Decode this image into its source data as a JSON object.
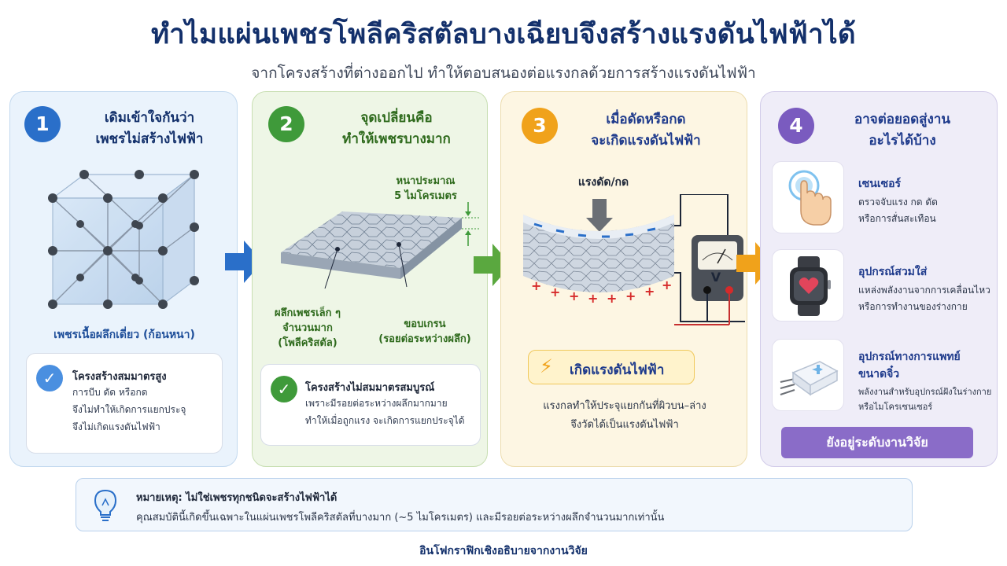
{
  "title": "ทำไมแผ่นเพชรโพลีคริสตัลบางเฉียบจึงสร้างแรงดันไฟฟ้าได้",
  "subtitle": "จากโครงสร้างที่ต่างออกไป ทำให้ตอบสนองต่อแรงกลด้วยการสร้างแรงดันไฟฟ้า",
  "colors": {
    "step1": "#2a6fc9",
    "step2": "#3f9a3a",
    "step3": "#f0a21b",
    "step4": "#7a5bbf"
  },
  "step1": {
    "number": "1",
    "title_line1": "เดิมเข้าใจกันว่า",
    "title_line2": "เพชรไม่สร้างไฟฟ้า",
    "caption": "เพชรเนื้อผลึกเดี่ยว (ก้อนหนา)",
    "card_title": "โครงสร้างสมมาตรสูง",
    "card_line1": "การบีบ ดัด หรือกด",
    "card_line2": "จึงไม่ทำให้เกิดการแยกประจุ",
    "card_line3": "จึงไม่เกิดแรงดันไฟฟ้า"
  },
  "step2": {
    "number": "2",
    "title_line1": "จุดเปลี่ยนคือ",
    "title_line2": "ทำให้เพชรบางมาก",
    "thickness_line1": "หนาประมาณ",
    "thickness_line2": "5 ไมโครเมตร",
    "grains_line1": "ผลึกเพชรเล็ก ๆ",
    "grains_line2": "จำนวนมาก",
    "grains_line3": "(โพลีคริสตัล)",
    "boundary_line1": "ขอบเกรน",
    "boundary_line2": "(รอยต่อระหว่างผลึก)",
    "card_title": "โครงสร้างไม่สมมาตรสมบูรณ์",
    "card_line1": "เพราะมีรอยต่อระหว่างผลึกมากมาย",
    "card_line2": "ทำให้เมื่อถูกแรง จะเกิดการแยกประจุได้"
  },
  "step3": {
    "number": "3",
    "title_line1": "เมื่อดัดหรือกด",
    "title_line2": "จะเกิดแรงดันไฟฟ้า",
    "force_label": "แรงดัด/กด",
    "meter_label": "V",
    "result_label": "เกิดแรงดันไฟฟ้า",
    "desc_line1": "แรงกลทำให้ประจุแยกกันที่ผิวบน–ล่าง",
    "desc_line2": "จึงวัดได้เป็นแรงดันไฟฟ้า"
  },
  "step4": {
    "number": "4",
    "title_line1": "อาจต่อยอดสู่งาน",
    "title_line2": "อะไรได้บ้าง",
    "apps": [
      {
        "title": "เซนเซอร์",
        "line1": "ตรวจจับแรง กด ดัด",
        "line2": "หรือการสั่นสะเทือน",
        "icon": "touch-finger-icon"
      },
      {
        "title": "อุปกรณ์สวมใส่",
        "line1": "แหล่งพลังงานจากการเคลื่อนไหว",
        "line2": "หรือการทำงานของร่างกาย",
        "icon": "smartwatch-heart-icon"
      },
      {
        "title": "อุปกรณ์ทางการแพทย์",
        "title2": "ขนาดจิ๋ว",
        "line1": "พลังงานสำหรับอุปกรณ์ฝังในร่างกาย",
        "line2": "หรือไมโครเซนเซอร์",
        "icon": "medical-implant-icon"
      }
    ],
    "badge": "ยังอยู่ระดับงานวิจัย"
  },
  "note": {
    "title": "หมายเหตุ: ไม่ใช่เพชรทุกชนิดจะสร้างไฟฟ้าได้",
    "text": "คุณสมบัตินี้เกิดขึ้นเฉพาะในแผ่นเพชรโพลีคริสตัลที่บางมาก (~5 ไมโครเมตร) และมีรอยต่อระหว่างผลึกจำนวนมากเท่านั้น",
    "icon": "lightbulb-icon"
  },
  "footer": "อินโฟกราฟิกเชิงอธิบายจากงานวิจัย"
}
